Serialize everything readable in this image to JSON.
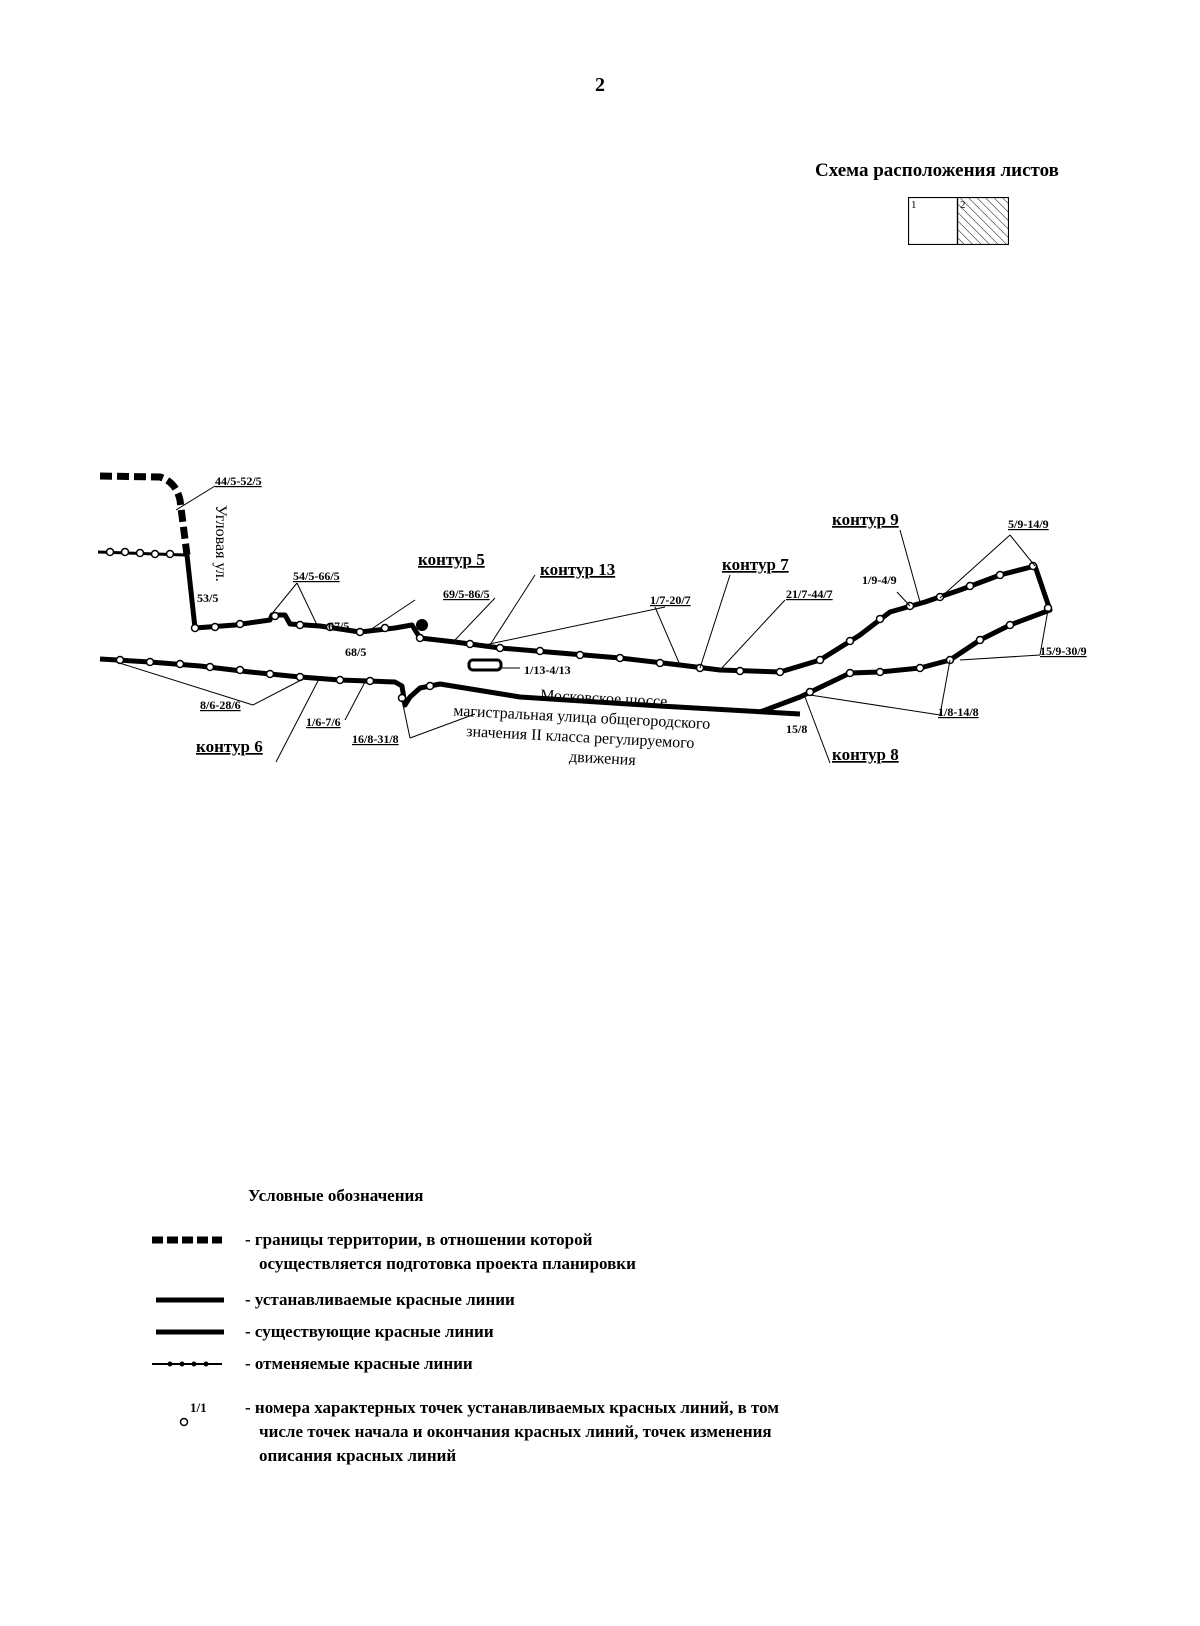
{
  "page_number": "2",
  "scheme": {
    "title": "Схема расположения листов",
    "sheets": [
      "1",
      "2"
    ],
    "current_sheet": "2"
  },
  "map": {
    "street_angle": "Угловая ул.",
    "street_main": [
      "Московское шоссе",
      "магистральная улица общегородского",
      "значения II класса регулируемого",
      "движения"
    ],
    "contours": [
      "контур 5",
      "контур 13",
      "контур 7",
      "контур 9",
      "контур 6",
      "контур 8"
    ],
    "point_labels": {
      "p44_52_5": "44/5-52/5",
      "p53_5": "53/5",
      "p54_66_5": "54/5-66/5",
      "p67_5": "67/5",
      "p68_5": "68/5",
      "p69_86_5": "69/5-86/5",
      "p1_13_4_13": "1/13-4/13",
      "p1_7_20_7": "1/7-20/7",
      "p21_7_44_7": "21/7-44/7",
      "p1_9_4_9": "1/9-4/9",
      "p5_9_14_9": "5/9-14/9",
      "p15_9_30_9": "15/9-30/9",
      "p1_8_14_8": "1/8-14/8",
      "p15_8": "15/8",
      "p16_8_31_8": "16/8-31/8",
      "p1_6_7_6": "1/6-7/6",
      "p8_6_28_6": "8/6-28/6"
    }
  },
  "legend": {
    "title": "Условные обозначения",
    "items": [
      {
        "symbol": "territory-boundary",
        "lines": [
          "- границы территории, в отношении которой",
          "осуществляется подготовка проекта планировки"
        ]
      },
      {
        "symbol": "established-red-line",
        "lines": [
          "- устанавливаемые красные линии"
        ]
      },
      {
        "symbol": "existing-red-line",
        "lines": [
          "- существующие красные линии"
        ]
      },
      {
        "symbol": "cancelled-red-line",
        "lines": [
          "- отменяемые красные линии"
        ]
      },
      {
        "symbol": "point-number",
        "sample": "1/1",
        "lines": [
          "- номера характерных точек устанавливаемых красных линий, в том",
          "числе точек начала и окончания красных линий, точек изменения",
          "описания красных линий"
        ]
      }
    ]
  }
}
